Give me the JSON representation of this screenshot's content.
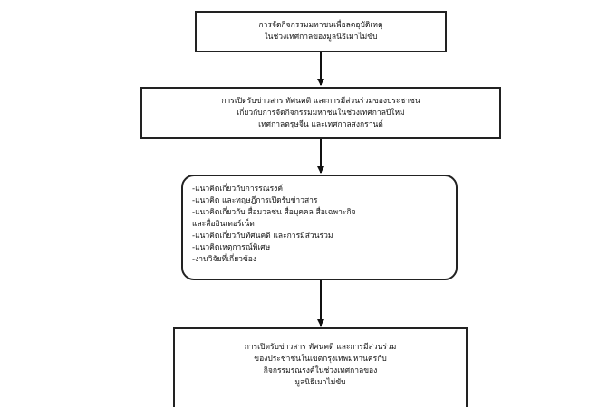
{
  "flowchart": {
    "box1": {
      "lines": [
        "การจัดกิจกรรมมหาชนเพื่อลดอุบัติเหตุ",
        "ในช่วงเทศกาลของมูลนิธิเมาไม่ขับ"
      ]
    },
    "box2": {
      "lines": [
        "การเปิดรับข่าวสาร ทัศนคติ และการมีส่วนร่วมของประชาชน",
        "เกี่ยวกับการจัดกิจกรรมมหาชนในช่วงเทศกาลปีใหม่",
        "เทศกาลตรุษจีน และเทศกาลสงกรานต์"
      ]
    },
    "box3": {
      "lines": [
        "-แนวคิดเกี่ยวกับการรณรงค์",
        "-แนวคิด และทฤษฎีการเปิดรับข่าวสาร",
        "-แนวคิดเกี่ยวกับ สื่อมวลชน สื่อบุคคล สื่อเฉพาะกิจ",
        "และสื่ออินเตอร์เน็ต",
        "-แนวคิดเกี่ยวกับทัศนคติ และการมีส่วนร่วม",
        "-แนวคิดเหตุการณ์พิเศษ",
        "-งานวิจัยที่เกี่ยวข้อง"
      ]
    },
    "box4": {
      "lines": [
        "การเปิดรับข่าวสาร ทัศนคติ และการมีส่วนร่วม",
        "ของประชาชนในเขตกรุงเทพมหานครกับ",
        "กิจกรรมรณรงค์ในช่วงเทศกาลของ",
        "มูลนิธิเมาไม่ขับ"
      ]
    }
  }
}
